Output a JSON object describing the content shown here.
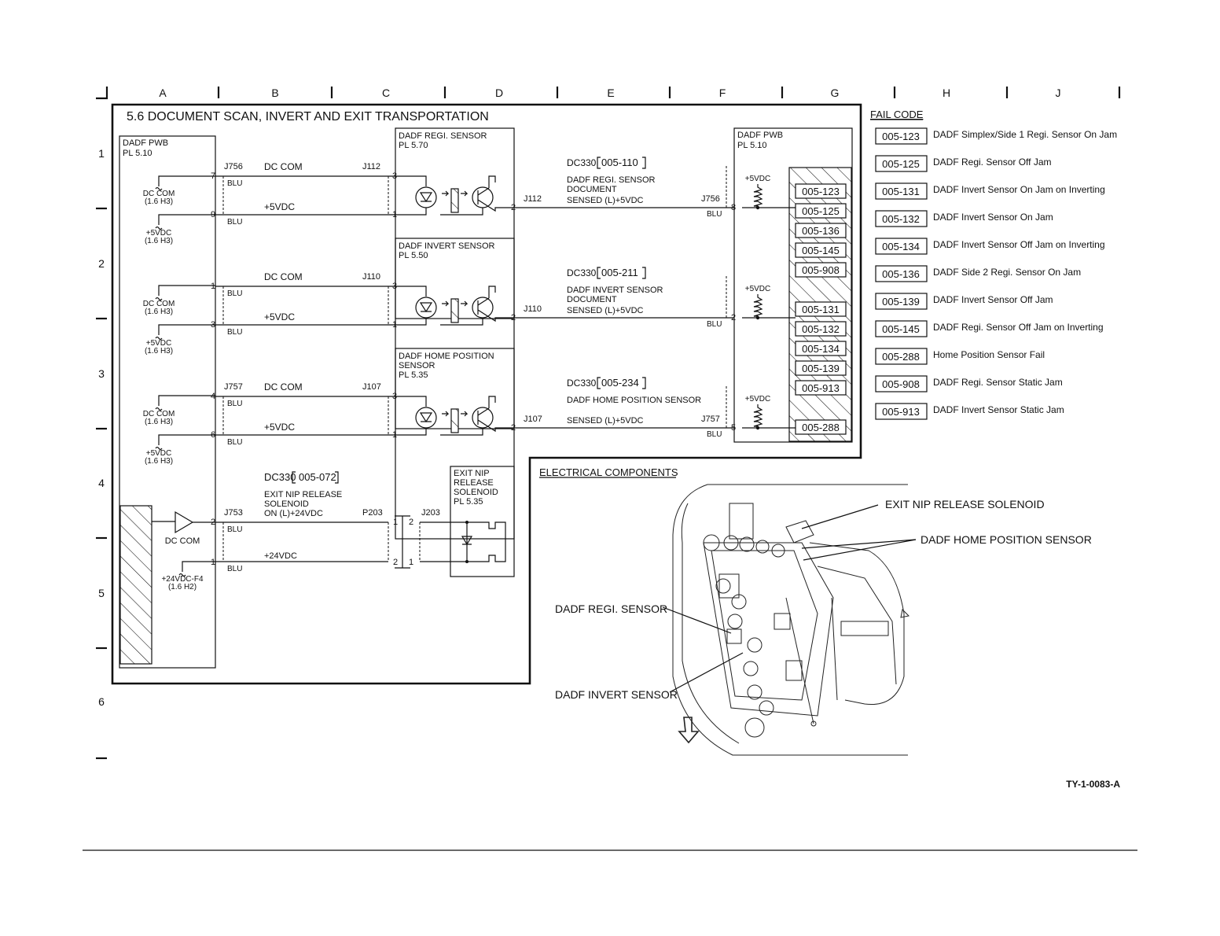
{
  "grid": {
    "columns": [
      "A",
      "B",
      "C",
      "D",
      "E",
      "F",
      "G",
      "H",
      "J"
    ],
    "rows": [
      "1",
      "2",
      "3",
      "4",
      "5",
      "6"
    ]
  },
  "title": "5.6 DOCUMENT SCAN, INVERT AND EXIT TRANSPORTATION",
  "left_pwb": {
    "name": "DADF  PWB",
    "pl": "PL 5.10"
  },
  "right_pwb": {
    "name": "DADF  PWB",
    "pl": "PL 5.10"
  },
  "refs": {
    "dc_com": "DC COM",
    "p5vdc": "+5VDC",
    "ref_16h3": "(1.6 H3)",
    "p24vdc_f4": "+24VDC-F4",
    "ref_16h2": "(1.6 H2)",
    "dccom_nospace": "DC COM",
    "blu": "BLU",
    "p24vdc": "+24VDC"
  },
  "sensors": [
    {
      "name_l1": "DADF REGI. SENSOR",
      "name_l2": "",
      "pl": "PL 5.70",
      "conn_left": "J756",
      "conn_mid": "J112",
      "conn_out": "J112",
      "conn_right": "J756",
      "pins_left": [
        "7",
        "9"
      ],
      "pins_sensor": [
        "3",
        "1",
        "2"
      ],
      "pin_right": "8",
      "dc": "DC330",
      "code": "005-110",
      "desc1": "DADF REGI. SENSOR",
      "desc2": "DOCUMENT",
      "desc3": "SENSED (L)+5VDC"
    },
    {
      "name_l1": "DADF INVERT SENSOR",
      "name_l2": "",
      "pl": "PL 5.50",
      "conn_left": "",
      "conn_mid": "J110",
      "conn_out": "J110",
      "conn_right": "",
      "pins_left": [
        "1",
        "3"
      ],
      "pins_sensor": [
        "3",
        "1",
        "2"
      ],
      "pin_right": "2",
      "dc": "DC330",
      "code": "005-211",
      "desc1": "DADF INVERT SENSOR",
      "desc2": "DOCUMENT",
      "desc3": "SENSED (L)+5VDC"
    },
    {
      "name_l1": "DADF HOME POSITION",
      "name_l2": "SENSOR",
      "pl": "PL 5.35",
      "conn_left": "J757",
      "conn_mid": "J107",
      "conn_out": "J107",
      "conn_right": "J757",
      "pins_left": [
        "4",
        "6"
      ],
      "pins_sensor": [
        "3",
        "1",
        "2"
      ],
      "pin_right": "5",
      "dc": "DC330",
      "code": "005-234",
      "desc1": "DADF HOME POSITION SENSOR",
      "desc2": "",
      "desc3": "SENSED (L)+5VDC"
    }
  ],
  "solenoid": {
    "dc": "DC330",
    "code": "005-072",
    "desc1": "EXIT NIP RELEASE",
    "desc2": "SOLENOID",
    "desc3": "ON (L)+24VDC",
    "conn_left": "J753",
    "conn_p": "P203",
    "conn_j": "J203",
    "pins_left": [
      "2",
      "1"
    ],
    "pins_p": [
      "1",
      "2"
    ],
    "pins_j": [
      "2",
      "1"
    ],
    "box_l1": "EXIT NIP",
    "box_l2": "RELEASE",
    "box_l3": "SOLENOID",
    "box_pl": "PL 5.35"
  },
  "pwb_codes": [
    "005-123",
    "005-125",
    "005-136",
    "005-145",
    "005-908",
    "005-131",
    "005-132",
    "005-134",
    "005-139",
    "005-913",
    "005-288"
  ],
  "fail_code": {
    "header": "FAIL CODE",
    "items": [
      {
        "code": "005-123",
        "desc": "DADF Simplex/Side 1 Regi. Sensor On Jam"
      },
      {
        "code": "005-125",
        "desc": "DADF Regi. Sensor Off Jam"
      },
      {
        "code": "005-131",
        "desc": "DADF Invert Sensor On Jam on Inverting"
      },
      {
        "code": "005-132",
        "desc": "DADF Invert Sensor On Jam"
      },
      {
        "code": "005-134",
        "desc": "DADF Invert Sensor Off Jam on Inverting"
      },
      {
        "code": "005-136",
        "desc": "DADF Side 2 Regi. Sensor On Jam"
      },
      {
        "code": "005-139",
        "desc": "DADF Invert Sensor Off Jam"
      },
      {
        "code": "005-145",
        "desc": "DADF Regi. Sensor Off Jam on Inverting"
      },
      {
        "code": "005-288",
        "desc": "Home Position Sensor Fail"
      },
      {
        "code": "005-908",
        "desc": "DADF Regi. Sensor Static Jam"
      },
      {
        "code": "005-913",
        "desc": "DADF Invert Sensor Static Jam"
      }
    ]
  },
  "electrical": {
    "header": "ELECTRICAL COMPONENTS",
    "labels": {
      "exit_nip": "EXIT NIP RELEASE SOLENOID",
      "home_pos": "DADF HOME POSITION SENSOR",
      "regi": "DADF REGI. SENSOR",
      "invert": "DADF INVERT SENSOR"
    }
  },
  "figure_id": "TY-1-0083-A"
}
